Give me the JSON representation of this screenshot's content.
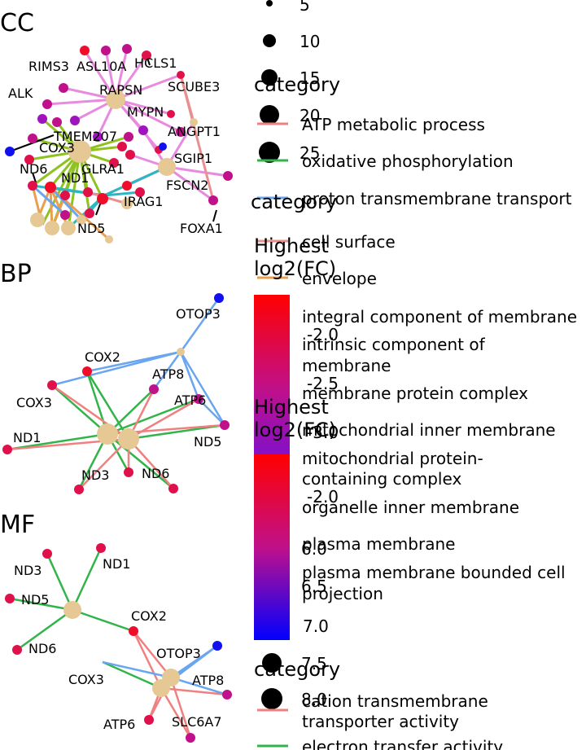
{
  "colors": {
    "cat_atp": "#f08080",
    "cat_oxphos": "#32b44a",
    "cat_proton": "#6aa6f0",
    "cc_pink": "#e88adf",
    "cc_olive": "#8ec21e",
    "cc_teal": "#2bb8c0",
    "cc_orange": "#e8a050",
    "cc_rose": "#e89090",
    "hub": "#e5c894",
    "gene_red": "#f00d2a",
    "gene_crimson": "#e0104a",
    "gene_magenta": "#c0108a",
    "gene_purple": "#a014c0",
    "gene_blue": "#1010f0",
    "grad_top": "#ff0000",
    "grad_mid": "#c0108a",
    "grad_bottom": "#0000ff"
  },
  "panels": {
    "cc": {
      "title": "CC"
    },
    "bp": {
      "title": "BP"
    },
    "mf": {
      "title": "MF"
    }
  },
  "genes": {
    "cc": [
      "RIMS3",
      "ASL10A",
      "HCLS1",
      "RAPSN",
      "SCUBE3",
      "ALK",
      "MYPN",
      "ANGPT1",
      "TMEM207",
      "COX3",
      "SGIP1",
      "ND6",
      "GLRA1",
      "ND1",
      "FSCN2",
      "IRAG1",
      "ND5",
      "FOXA1"
    ],
    "bp": [
      "OTOP3",
      "COX2",
      "ATP8",
      "COX3",
      "ATP6",
      "ND1",
      "ND5",
      "ND3",
      "ND6"
    ],
    "mf": [
      "ND3",
      "ND1",
      "ND5",
      "ND6",
      "COX2",
      "OTOP3",
      "COX3",
      "ATP8",
      "ATP6",
      "SLC6A7"
    ]
  },
  "legend": {
    "size": {
      "values": [
        "5",
        "10",
        "15",
        "20",
        "25"
      ]
    },
    "category_title": "category",
    "bp_categories": [
      "ATP metabolic process",
      "oxidative phosphorylation",
      "proton transmembrane transport"
    ],
    "cc_categories": [
      "cell surface",
      "envelope",
      "integral component of membrane",
      "intrinsic component of membrane",
      "membrane protein complex",
      "mitochondrial inner membrane",
      "mitochondrial protein-containing complex",
      "organelle inner membrane",
      "plasma membrane",
      "plasma membrane bounded cell projection"
    ],
    "fc_title": "Highest log2(FC)",
    "fc1_ticks": [
      "-2.0",
      "-2.5",
      "-3.0"
    ],
    "fc2_ticks": [
      "-2.0",
      "6.0",
      "6.5",
      "7.0",
      "7.5",
      "8.0"
    ],
    "mf_categories": [
      "cation transmembrane transporter activity",
      "electron transfer activity"
    ]
  }
}
